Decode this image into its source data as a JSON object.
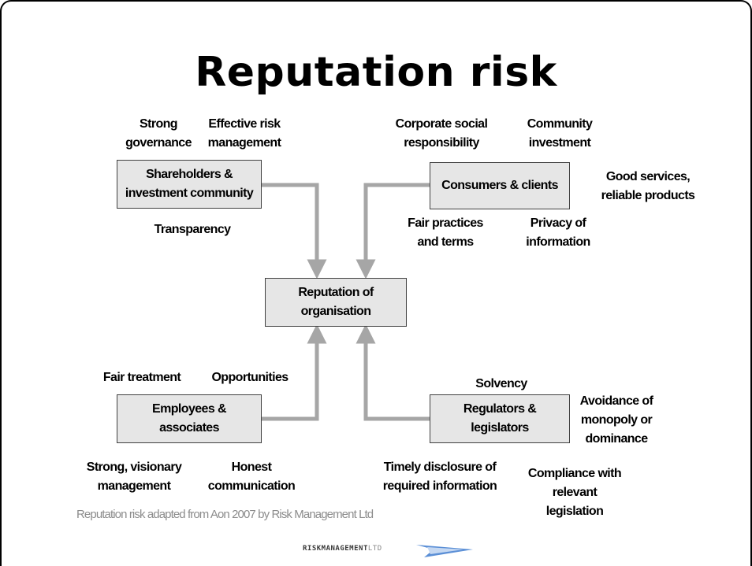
{
  "title": "Reputation risk",
  "boxes": {
    "shareholders": "Shareholders &\ninvestment community",
    "consumers": "Consumers & clients",
    "center": "Reputation of\norganisation",
    "employees": "Employees &\nassociates",
    "regulators": "Regulators &\nlegislators"
  },
  "labels": {
    "strong_governance": "Strong\ngovernance",
    "effective_risk": "Effective risk\nmanagement",
    "transparency": "Transparency",
    "corporate_social": "Corporate social\nresponsibility",
    "community_investment": "Community\ninvestment",
    "good_services": "Good services,\nreliable products",
    "fair_practices": "Fair practices\nand terms",
    "privacy": "Privacy of\ninformation",
    "fair_treatment": "Fair treatment",
    "opportunities": "Opportunities",
    "strong_visionary": "Strong, visionary\nmanagement",
    "honest_communication": "Honest\ncommunication",
    "solvency": "Solvency",
    "avoidance": "Avoidance of\nmonopoly or\ndominance",
    "timely_disclosure": "Timely disclosure of\nrequired information",
    "compliance": "Compliance with\nrelevant\nlegislation"
  },
  "footer": {
    "credit": "Reputation risk adapted from Aon 2007 by Risk Management Ltd",
    "logo_main": "RISKMANAGEMENT",
    "logo_suffix": "LTD"
  },
  "colors": {
    "box_fill": "#e6e6e6",
    "arrow": "#a6a6a6",
    "credit_text": "#8c8c8c",
    "logo_blue": "#5b8fd6"
  }
}
